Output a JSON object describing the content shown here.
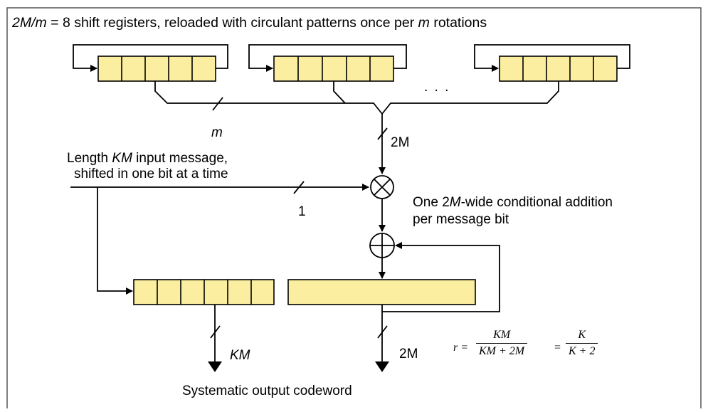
{
  "header": {
    "lead": "2M/m",
    "tail": " = 8 shift registers, reloaded with circulant patterns once per ",
    "m": "m",
    "end": " rotations"
  },
  "ellipsis": ". . .",
  "labels": {
    "m_bus": "m",
    "bus_2M_top": "2M",
    "input_line1_pre": "Length ",
    "input_line1_var": "KM",
    "input_line1_post": " input message,",
    "input_line2": "shifted in one bit at a time",
    "one": "1",
    "cond_line1_pre": "One 2",
    "cond_line1_var": "M",
    "cond_line1_post": "-wide conditional addition",
    "cond_line2": "per message bit",
    "out_KM": "KM",
    "out_2M": "2M",
    "footer": "Systematic output codeword"
  },
  "formula": {
    "lhs": "r =",
    "f1_num": "KM",
    "f1_den": "KM + 2M",
    "eq": "=",
    "f2_num": "K",
    "f2_den": "K + 2"
  },
  "colors": {
    "register_fill": "#fbeea0",
    "stroke": "#000000",
    "frame": "#555555"
  }
}
